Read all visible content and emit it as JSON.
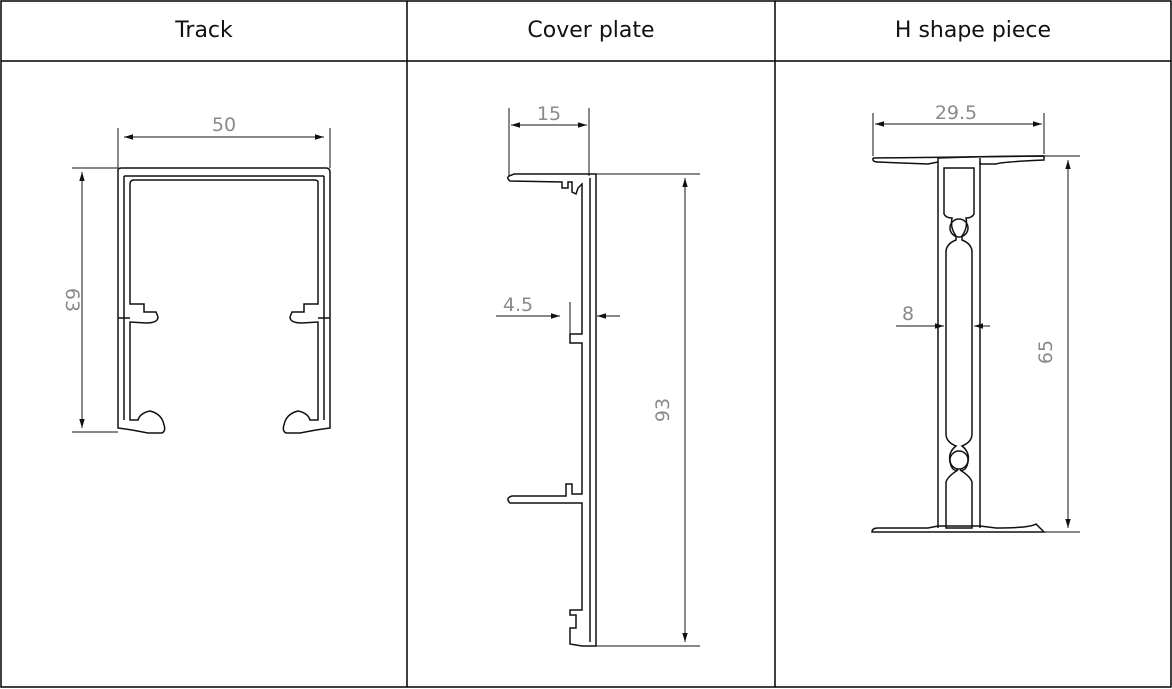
{
  "table": {
    "headers": [
      "Track",
      "Cover plate",
      "H shape piece"
    ]
  },
  "profiles": {
    "track": {
      "width_label": "50",
      "height_label": "63"
    },
    "cover_plate": {
      "top_label": "15",
      "slot_label": "4.5",
      "height_label": "93"
    },
    "h_piece": {
      "width_label": "29.5",
      "web_label": "8",
      "height_label": "65"
    }
  }
}
